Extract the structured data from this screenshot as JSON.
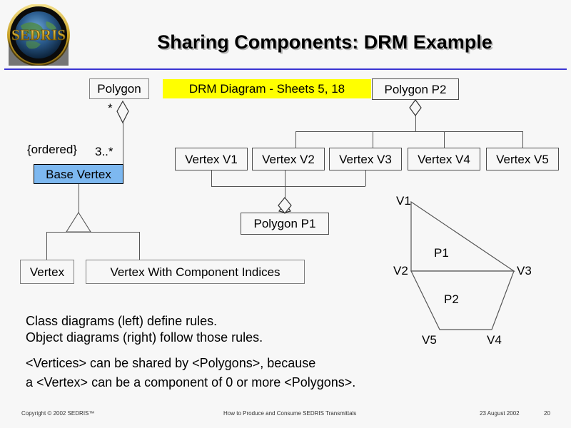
{
  "slide": {
    "title": "Sharing Components: DRM Example",
    "accent_color": "#3a34d2",
    "background_color": "#f7f7f7",
    "highlight_color": "#ffff00",
    "node_highlight_color": "#7db8f0"
  },
  "logo": {
    "name": "sedris-logo",
    "wordmark": "SEDRIS"
  },
  "banner": {
    "text": "DRM Diagram - Sheets 5, 18"
  },
  "class_diagram": {
    "nodes": {
      "polygon": "Polygon",
      "base_vertex": "Base Vertex",
      "vertex": "Vertex",
      "vertex_with_component_indices": "Vertex With Component Indices"
    },
    "labels": {
      "star": "*",
      "ordered": "{ordered}",
      "three_or_more": "3..*"
    }
  },
  "object_diagram": {
    "polygon_p2": "Polygon P2",
    "polygon_p1": "Polygon P1",
    "vertices": [
      "Vertex V1",
      "Vertex V2",
      "Vertex V3",
      "Vertex V4",
      "Vertex V5"
    ]
  },
  "polygon_sketch": {
    "vertex_labels": [
      "V1",
      "V2",
      "V3",
      "V4",
      "V5"
    ],
    "face_labels": [
      "P1",
      "P2"
    ]
  },
  "body_text": {
    "line1": "Class diagrams (left) define rules.",
    "line2": "Object diagrams (right) follow those rules.",
    "line3": "<Vertices> can be shared by <Polygons>, because",
    "line4": "a <Vertex> can be a component of 0 or more <Polygons>."
  },
  "footer": {
    "copyright": "Copyright © 2002 SEDRIS™",
    "center": "How to Produce and Consume SEDRIS Transmittals",
    "date": "23 August 2002",
    "page": "20"
  }
}
